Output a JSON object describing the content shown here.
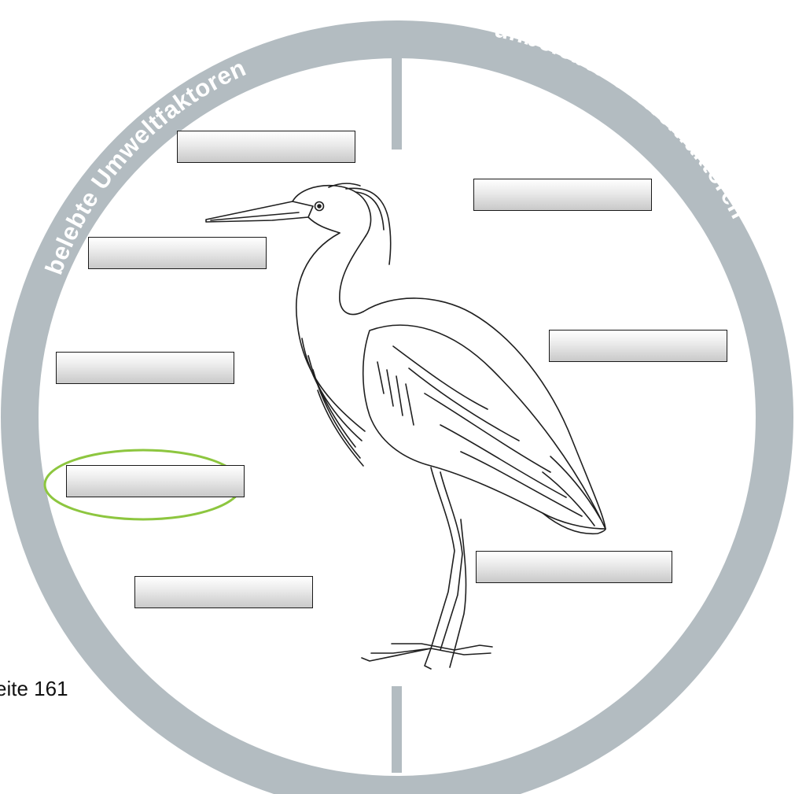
{
  "ring": {
    "color": "#b3bcc1",
    "left_label": "belebte Umweltfaktoren",
    "right_label": "unbelebte Umweltfaktoren"
  },
  "answer_boxes": {
    "biotic_1": "",
    "biotic_2": "",
    "biotic_3": "",
    "biotic_4": "",
    "biotic_5": "",
    "abiotic_1": "",
    "abiotic_2": "",
    "abiotic_3": ""
  },
  "highlight": {
    "color": "#8dc63f"
  },
  "illustration": {
    "subject": "heron-illustration"
  },
  "footer": {
    "page_ref": "eite 161"
  }
}
